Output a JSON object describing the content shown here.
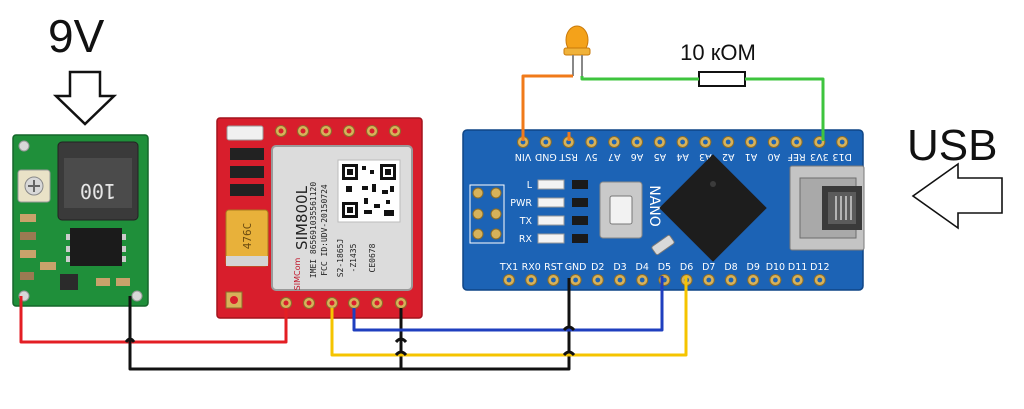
{
  "labels": {
    "power_voltage": "9V",
    "usb": "USB",
    "resistor_value": "10 кОМ"
  },
  "regulator": {
    "inductor_marking": "100"
  },
  "sim800l": {
    "model": "SIM800L",
    "imei": "IMEI 865691035561120",
    "fcc": "FCC ID:UDV-20150724",
    "serial1": "S2-1865J",
    "serial2": "-Z1435",
    "ce": "CE0678",
    "brand": "SIMCom",
    "battery_marking": "476C"
  },
  "nano": {
    "board_name": "NANO",
    "top_pins": [
      "VIN",
      "GND",
      "RST",
      "5V",
      "A7",
      "A6",
      "A5",
      "A4",
      "A3",
      "A2",
      "A1",
      "A0",
      "REF",
      "3V3",
      "D13"
    ],
    "bottom_pins": [
      "TX1",
      "RX0",
      "RST",
      "GND",
      "D2",
      "D3",
      "D4",
      "D5",
      "D6",
      "D7",
      "D8",
      "D9",
      "D10",
      "D11",
      "D12"
    ],
    "leds": [
      "L",
      "PWR",
      "TX",
      "RX"
    ]
  },
  "wire_colors": {
    "red": "#e31e24",
    "black": "#111111",
    "yellow": "#f5c400",
    "blue": "#1f3fbf",
    "orange": "#f07a1a",
    "green": "#3ec43e"
  },
  "board_colors": {
    "regulator_pcb": "#1f8f3a",
    "sim_pcb": "#d81e2c",
    "nano_pcb": "#1c63b5"
  }
}
